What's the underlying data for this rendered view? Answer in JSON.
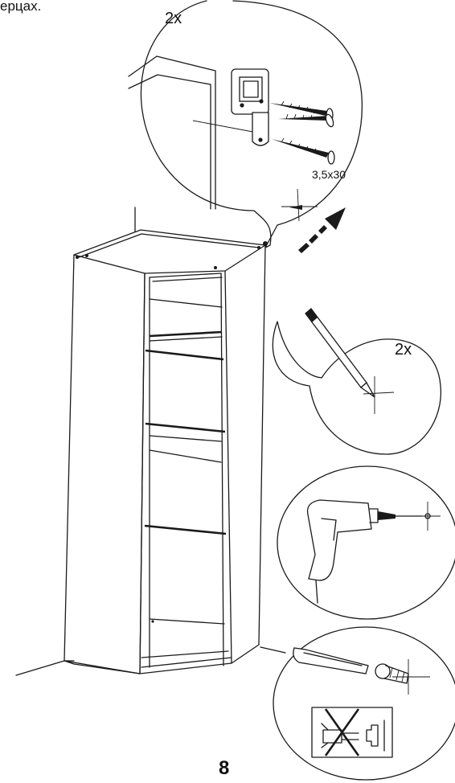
{
  "page": {
    "top_text": "ерцах.",
    "quantity_label_a": "2x",
    "screw_size": "3,5x30",
    "quantity_label_b": "2x",
    "page_number": "8"
  },
  "icons": [
    "bracket-screw-detail",
    "pencil-mark-icon",
    "drill-icon",
    "screwdriver-icon",
    "no-power-driver-icon",
    "arrow-icon"
  ]
}
